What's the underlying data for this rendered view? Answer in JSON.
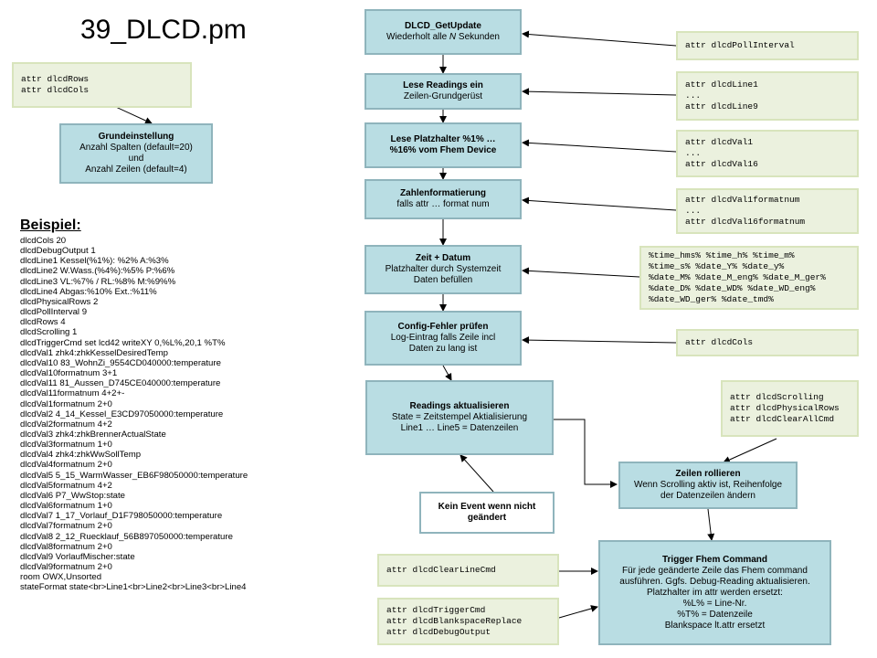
{
  "title": "39_DLCD.pm",
  "boxes": {
    "update": {
      "title": "DLCD_GetUpdate",
      "pre": "Wiederholt alle ",
      "em": "N",
      "post": " Sekunden"
    },
    "readings": {
      "title": "Lese Readings ein",
      "line1": "Zeilen-Grundgerüst"
    },
    "placeholder": {
      "title1": "Lese Platzhalter %1% …",
      "title2": "%16% vom Fhem Device"
    },
    "format": {
      "title": "Zahlenformatierung",
      "line1": "falls attr … format num"
    },
    "datetime": {
      "title": "Zeit + Datum",
      "line1": "Platzhalter durch Systemzeit",
      "line2": "Daten befüllen"
    },
    "config": {
      "title": "Config-Fehler prüfen",
      "line1": "Log-Eintrag falls Zeile  incl",
      "line2": "Daten  zu lang ist"
    },
    "update_readings": {
      "title": "Readings aktualisieren",
      "line1": "State = Zeitstempel Aktialisierung",
      "line2": "Line1 … Line5  = Datenzeilen"
    },
    "no_event": {
      "line1": "Kein Event wenn nicht",
      "line2": "geändert"
    },
    "scroll": {
      "title": "Zeilen rollieren",
      "line1": "Wenn Scrolling aktiv ist, Reihenfolge",
      "line2": "der Datenzeilen ändern"
    },
    "trigger": {
      "title": "Trigger Fhem Command",
      "line1": "Für jede geänderte Zeile  das Fhem  command",
      "line2": "ausführen. Ggfs. Debug-Reading aktualisieren.",
      "line3": "Platzhalter im attr werden ersetzt:",
      "line4": "%L% = Line-Nr.",
      "line5": "%T% = Datenzeile",
      "line6": "Blankspace lt.attr ersetzt"
    },
    "basic": {
      "title": "Grundeinstellung",
      "line1": "Anzahl Spalten (default=20)",
      "line2": "und",
      "line3": "Anzahl Zeilen (default=4)"
    }
  },
  "attrs": {
    "rowscols": "attr dlcdRows\nattr dlcdCols",
    "poll": "attr dlcdPollInterval",
    "line": "attr dlcdLine1\n...\nattr dlcdLine9",
    "val": "attr dlcdVal1\n...\nattr dlcdVal16",
    "valformat": "attr dlcdVal1formatnum\n...\nattr dlcdVal16formatnum",
    "time": "%time_hms% %time_h% %time_m%\n%time_s% %date_Y% %date_y%\n%date_M% %date_M_eng% %date_M_ger%\n%date_D% %date_WD% %date_WD_eng%\n%date_WD_ger% %date_tmd%",
    "cols": "attr dlcdCols",
    "scroll": "attr dlcdScrolling\nattr dlcdPhysicalRows\nattr dlcdClearAllCmd",
    "clearline": "attr dlcdClearLineCmd",
    "trigger": "attr dlcdTriggerCmd\nattr dlcdBlankspaceReplace\nattr dlcdDebugOutput"
  },
  "example": {
    "heading": "Beispiel:",
    "lines": [
      "dlcdCols   20",
      "dlcdDebugOutput  1",
      "dlcdLine1  Kessel(%1%): %2% A:%3%",
      "dlcdLine2  W.Wass.(%4%):%5% P:%6%",
      "dlcdLine3  VL:%7% / RL:%8% M:%9%%",
      "dlcdLine4  Abgas:%10% Ext.:%11%",
      "dlcdPhysicalRows 2",
      "dlcdPollInterval  9",
      "dlcdRows   4",
      "dlcdScrolling  1",
      "dlcdTriggerCmd  set lcd42  writeXY 0,%L%,20,1 %T%",
      "dlcdVal1    zhk4:zhkKesselDesiredTemp",
      "dlcdVal10   83_WohnZi_9554CD040000:temperature",
      "dlcdVal10formatnum 3+1",
      "dlcdVal11   81_Aussen_D745CE040000:temperature",
      "dlcdVal11formatnum 4+2+-",
      "dlcdVal1formatnum 2+0",
      "dlcdVal2    4_14_Kessel_E3CD97050000:temperature",
      "dlcdVal2formatnum 4+2",
      "dlcdVal3    zhk4:zhkBrennerActualState",
      "dlcdVal3formatnum 1+0",
      "dlcdVal4    zhk4:zhkWwSollTemp",
      "dlcdVal4formatnum 2+0",
      "dlcdVal5    5_15_WarmWasser_EB6F98050000:temperature",
      "dlcdVal5formatnum 4+2",
      "dlcdVal6    P7_WwStop:state",
      "dlcdVal6formatnum 1+0",
      "dlcdVal7    1_17_Vorlauf_D1F798050000:temperature",
      "dlcdVal7formatnum 2+0",
      "dlcdVal8    2_12_Ruecklauf_56B897050000:temperature",
      "dlcdVal8formatnum 2+0",
      "dlcdVal9    VorlaufMischer:state",
      "dlcdVal9formatnum 2+0",
      "room        OWX,Unsorted",
      "stateFormat state<br>Line1<br>Line2<br>Line3<br>Line4"
    ]
  },
  "colors": {
    "flow_fill": "#b9dde3",
    "flow_border": "#8fb4bc",
    "attr_fill": "#ebf1de",
    "attr_border": "#d8e4bc"
  }
}
